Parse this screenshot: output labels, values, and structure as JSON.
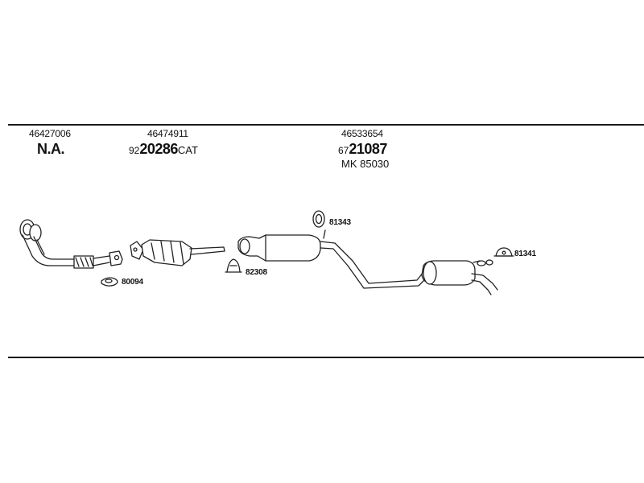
{
  "parts": [
    {
      "part_number": "46427006",
      "code": "N.A."
    },
    {
      "part_number": "46474911",
      "code_prefix": "92",
      "code_main": "20286",
      "code_suffix": "CAT"
    },
    {
      "part_number": "46533654",
      "code_prefix": "67",
      "code_main": "21087",
      "kit": "MK 85030"
    }
  ],
  "callouts": [
    "80094",
    "82308",
    "81343",
    "81341"
  ]
}
